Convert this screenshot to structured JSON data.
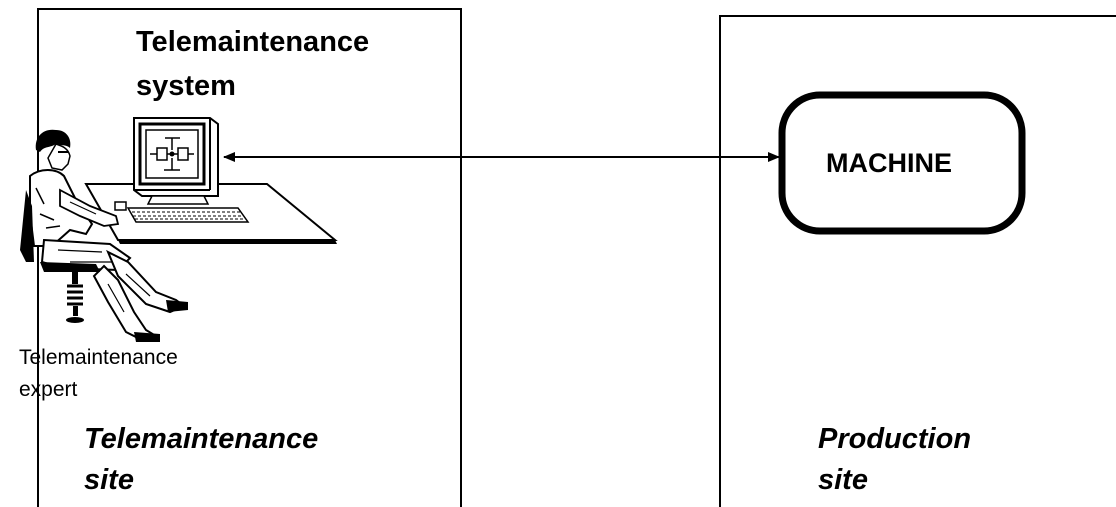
{
  "telemaintenance_system": {
    "title_line1": "Telemaintenance",
    "title_line2": "system"
  },
  "expert": {
    "label_line1": "Telemaintenance",
    "label_line2": "expert"
  },
  "telemaintenance_site": {
    "label_line1": "Telemaintenance",
    "label_line2": "site"
  },
  "machine": {
    "label": "MACHINE"
  },
  "production_site": {
    "label_line1": "Production",
    "label_line2": "site"
  },
  "icons": [
    "expert-at-workstation-illustration",
    "computer-monitor-icon",
    "keyboard-icon",
    "double-arrow-connector"
  ],
  "colors": {
    "line": "#000000",
    "background": "#ffffff"
  }
}
